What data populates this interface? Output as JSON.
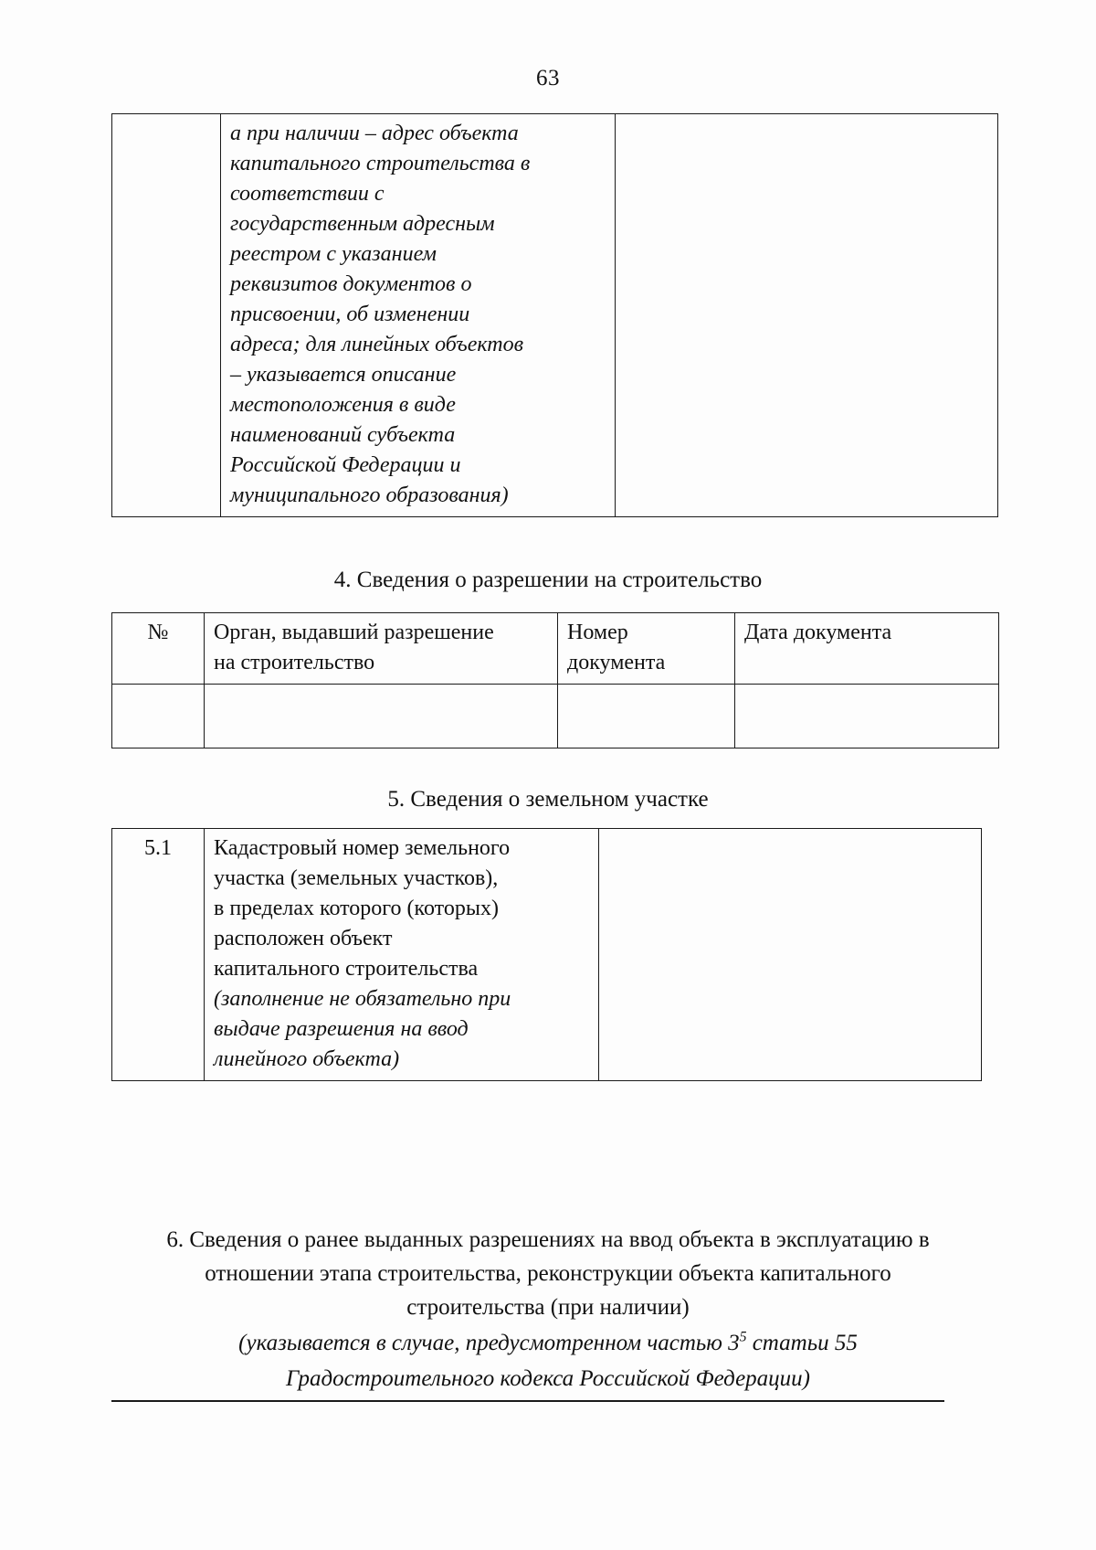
{
  "page": {
    "number": "63"
  },
  "table_address": {
    "rows": [
      {
        "num": "",
        "text_lines": [
          "а при наличии – адрес объекта",
          "капитального строительства в",
          "соответствии с",
          "государственным адресным",
          "реестром с указанием",
          "реквизитов документов о",
          "присвоении, об изменении",
          "адреса; для линейных объектов",
          "– указывается описание",
          "местоположения в виде",
          "наименований субъекта",
          "Российской Федерации и",
          "муниципального образования)"
        ],
        "value": ""
      }
    ]
  },
  "section4": {
    "heading": "4. Сведения о разрешении на строительство",
    "headers": {
      "num": "№",
      "organ_line1": "Орган, выдавший разрешение",
      "organ_line2": "на строительство",
      "number_line1": "Номер",
      "number_line2": "документа",
      "date": "Дата документа"
    },
    "rows": [
      {
        "num": "",
        "organ": "",
        "number": "",
        "date": ""
      }
    ]
  },
  "section5": {
    "heading": "5. Сведения о земельном участке",
    "rows": [
      {
        "num": "5.1",
        "text_lines": [
          "Кадастровый номер земельного",
          "участка (земельных участков),",
          "в пределах которого (которых)",
          "расположен объект",
          "капитального строительства"
        ],
        "italic_lines": [
          "(заполнение не обязательно при",
          "выдаче разрешения на ввод",
          "линейного объекта)"
        ],
        "value": ""
      }
    ]
  },
  "section6": {
    "paragraph_lines": [
      "6. Сведения о ранее выданных разрешениях на ввод объекта в эксплуатацию в",
      "отношении этапа строительства, реконструкции объекта капитального",
      "строительства (при наличии)"
    ],
    "note_line1_before_sup": "(указывается в случае, предусмотренном частью 3",
    "note_sup": "5",
    "note_line1_after_sup": " статьи 55",
    "note_line2": "Градостроительного кодекса Российской Федерации)"
  }
}
